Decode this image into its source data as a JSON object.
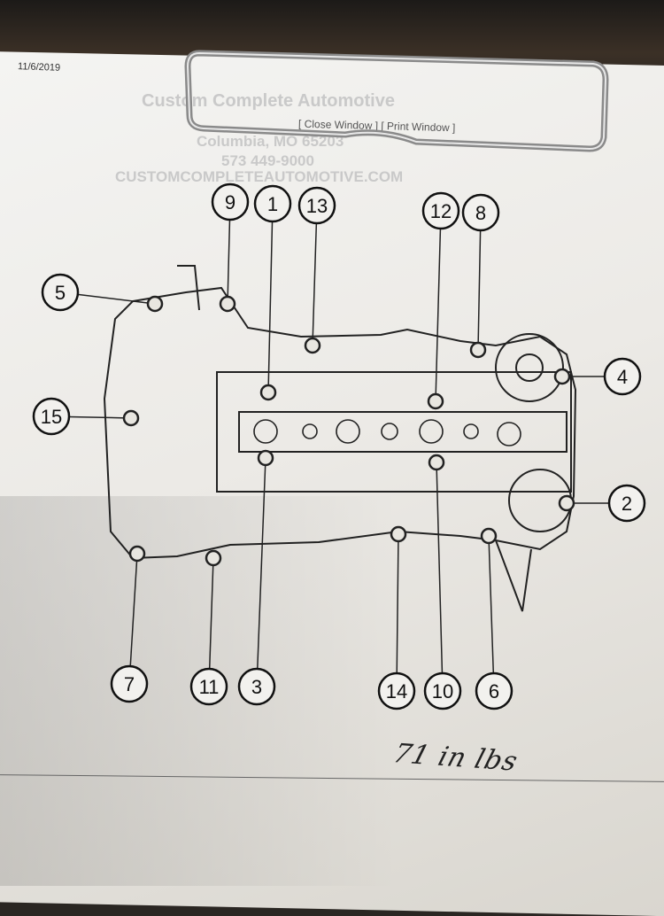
{
  "header": {
    "date": "11/6/2019",
    "window_links": "[ Close Window ] [ Print Window ]",
    "shop_name": "Custom Complete Automotive",
    "city": "Columbia, MO 65203",
    "phone": "573 449-9000",
    "website": "CUSTOMCOMPLETEAUTOMOTIVE.COM"
  },
  "diagram": {
    "title": "Valve cover bolt tightening sequence",
    "callouts": [
      "9",
      "1",
      "13",
      "12",
      "8",
      "5",
      "4",
      "15",
      "2",
      "7",
      "11",
      "3",
      "14",
      "10",
      "6"
    ]
  },
  "handwritten_note": "71 in lbs",
  "colors": {
    "ink": "#111111",
    "paper": "#efeeea",
    "board": "#2a2622"
  }
}
